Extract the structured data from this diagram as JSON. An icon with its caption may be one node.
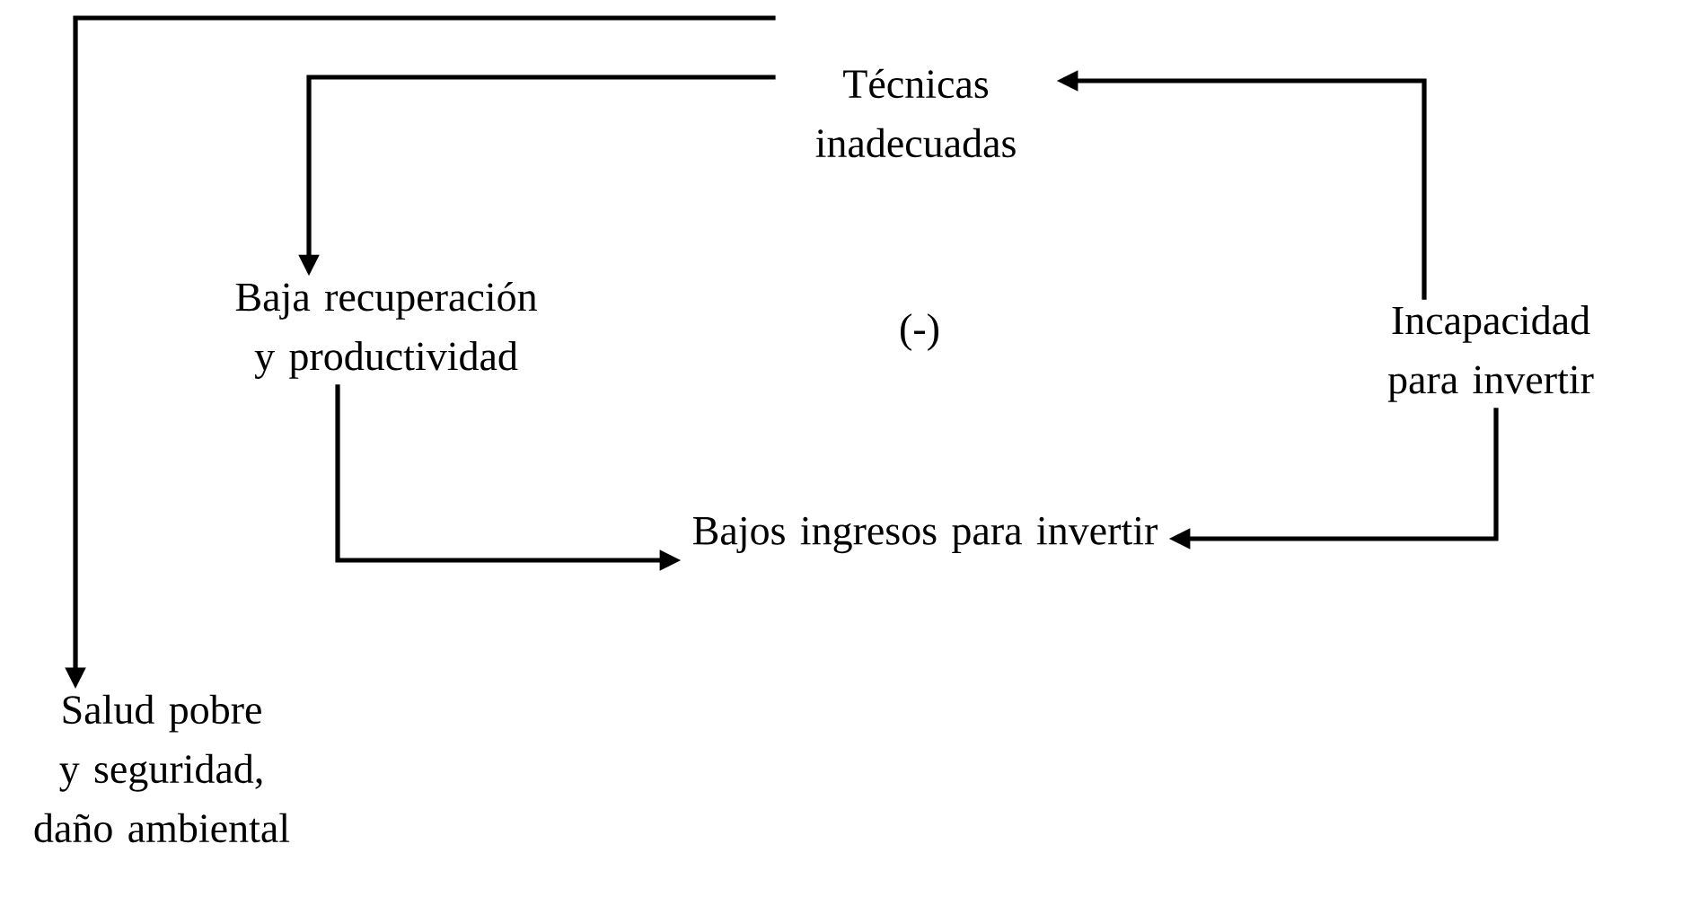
{
  "diagram": {
    "nodes": [
      {
        "text": [
          "Técnicas inadecuadas"
        ]
      },
      {
        "text": [
          "Baja recuperación y productividad"
        ]
      },
      {
        "text": [
          "Incapacidad para invertir"
        ]
      },
      {
        "text": [
          "Bajos ingresos para invertir"
        ]
      },
      {
        "text": [
          "Salud pobre y seguridad, daño ambiental"
        ]
      }
    ],
    "edges": [
      {
        "from": 0,
        "to": 4,
        "arrow": "to"
      },
      {
        "from": 0,
        "to": 1,
        "arrow": "to"
      },
      {
        "from": 1,
        "to": 3,
        "arrow": "to"
      },
      {
        "from": 2,
        "to": 3,
        "arrow": "to"
      },
      {
        "from": 2,
        "to": 0,
        "arrow": "to"
      }
    ],
    "labels": [
      "(-)"
    ]
  }
}
